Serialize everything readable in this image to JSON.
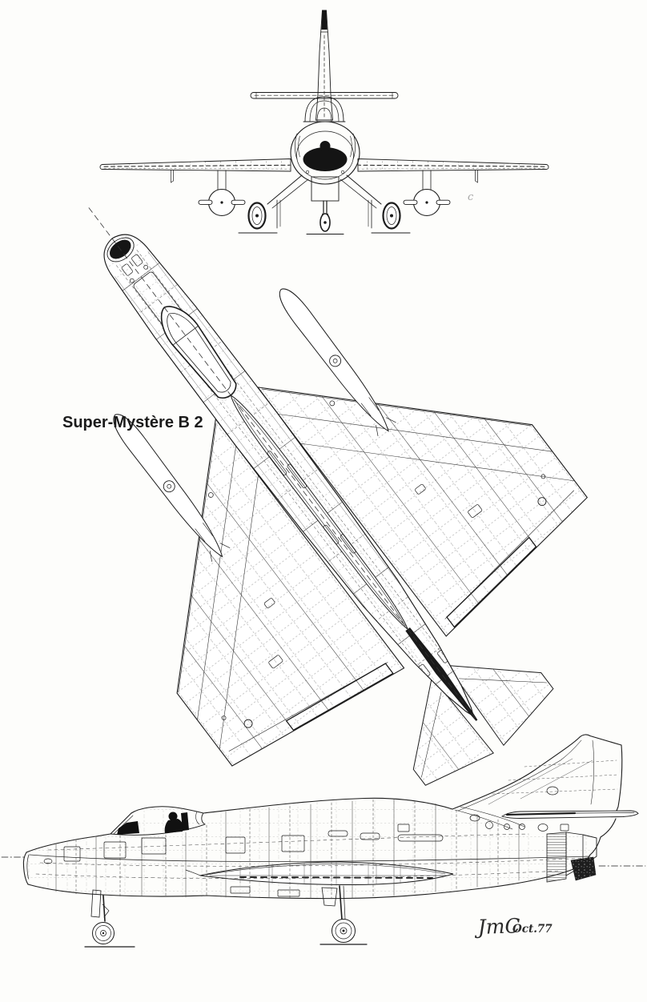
{
  "page": {
    "background_color": "#fdfdfb",
    "ink_color": "#1c1c1c"
  },
  "labels": {
    "aircraft_title": "Super-Mystère B 2",
    "stray_mark": "c"
  },
  "signature": {
    "initials": "JmC",
    "date": "Oct.77"
  }
}
